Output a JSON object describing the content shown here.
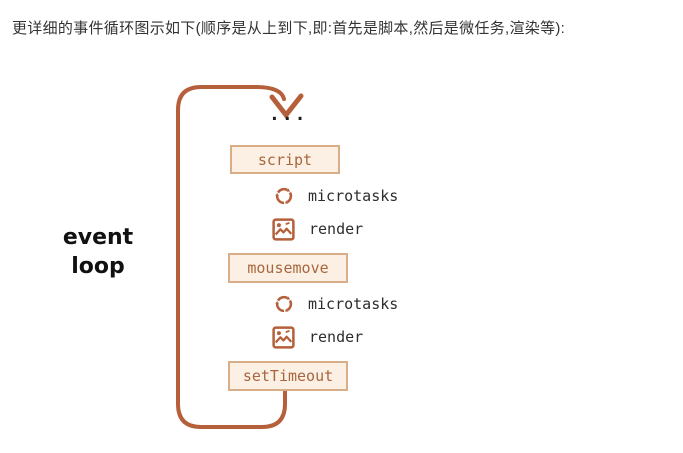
{
  "page": {
    "intro_text": "更详细的事件循环图示如下(顺序是从上到下,即:首先是脚本,然后是微任务,渲染等):"
  },
  "diagram": {
    "loop_label": {
      "line1": "event",
      "line2": "loop"
    },
    "ellipsis": "...",
    "steps": [
      {
        "kind": "task-box",
        "label": "script"
      },
      {
        "kind": "icon-row",
        "icon": "microtasks-cycle-icon",
        "label": "microtasks"
      },
      {
        "kind": "icon-row",
        "icon": "render-image-icon",
        "label": "render"
      },
      {
        "kind": "task-box",
        "label": "mousemove"
      },
      {
        "kind": "icon-row",
        "icon": "microtasks-cycle-icon",
        "label": "microtasks"
      },
      {
        "kind": "icon-row",
        "icon": "render-image-icon",
        "label": "render"
      },
      {
        "kind": "task-box",
        "label": "setTimeout"
      }
    ],
    "colors": {
      "loop_stroke": "#b5603a",
      "icon": "#b5603a",
      "box_border": "#d9ae87",
      "box_background": "#fbf0e3",
      "box_text": "#a9663e",
      "row_text": "#2d2d2d",
      "intro_text": "#333333",
      "loop_label_text": "#111111"
    }
  }
}
